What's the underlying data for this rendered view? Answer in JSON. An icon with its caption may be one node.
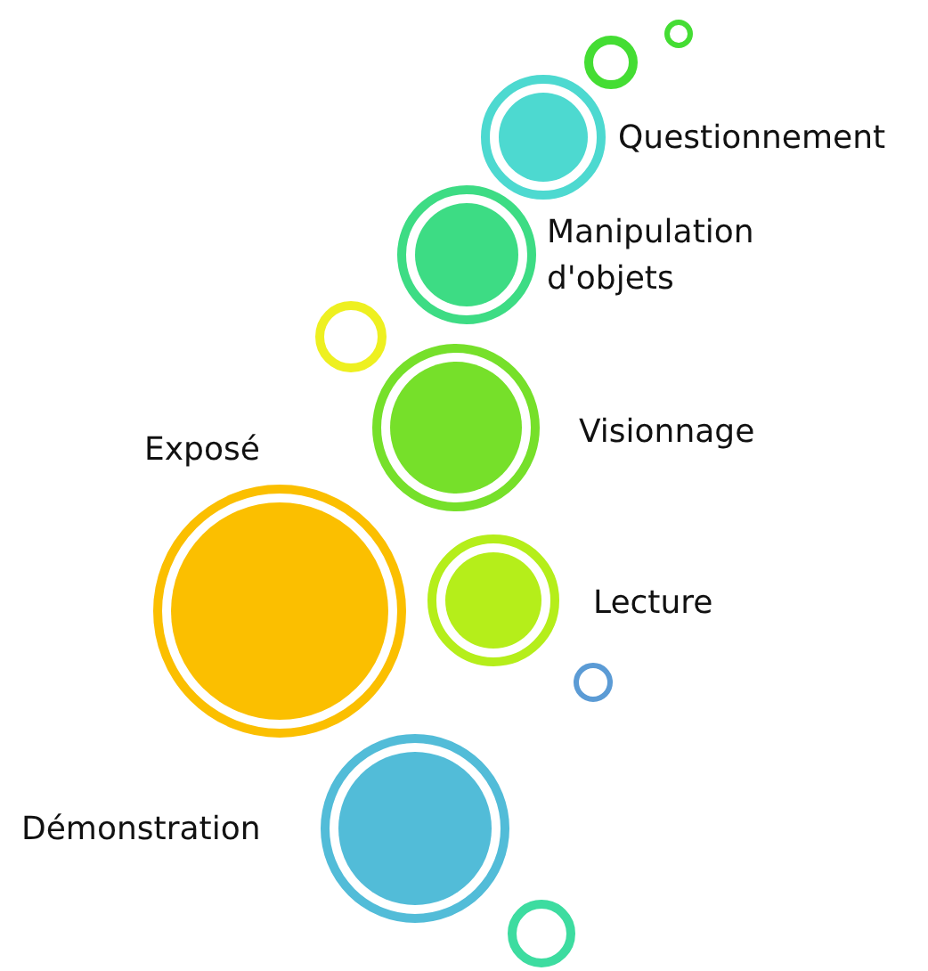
{
  "diagram": {
    "nodes": [
      {
        "text": [],
        "shape": "circle"
      },
      {
        "text": [],
        "shape": "circle"
      },
      {
        "text": [],
        "shape": "circle",
        "beside": [
          "Questionnement"
        ]
      },
      {
        "text": [],
        "shape": "circle",
        "beside": [
          "Manipulation d'objets"
        ]
      },
      {
        "text": [],
        "shape": "circle"
      },
      {
        "text": [],
        "shape": "circle",
        "beside": [
          "Visionnage"
        ]
      },
      {
        "text": [],
        "shape": "circle",
        "beside": [
          "Exposé"
        ]
      },
      {
        "text": [],
        "shape": "circle",
        "beside": [
          "Lecture"
        ]
      },
      {
        "text": [],
        "shape": "circle"
      },
      {
        "text": [],
        "shape": "circle",
        "beside": [
          "Démonstration"
        ]
      },
      {
        "text": [],
        "shape": "circle"
      }
    ]
  }
}
